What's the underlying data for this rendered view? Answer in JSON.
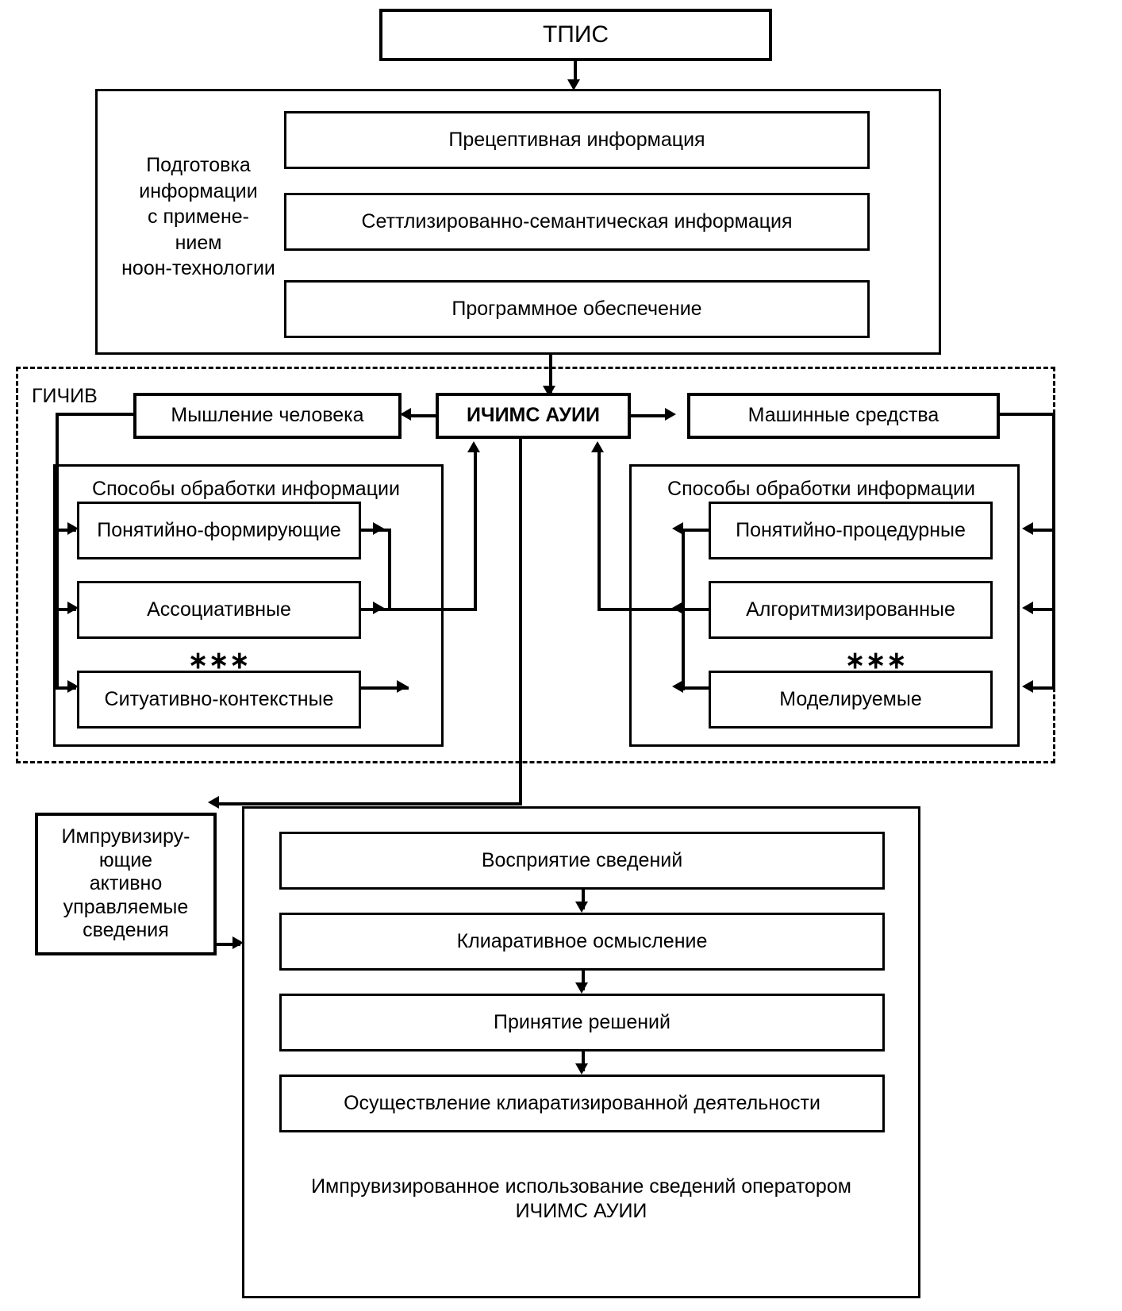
{
  "diagram": {
    "top_node": {
      "label": "ТПИС"
    },
    "preparation_block": {
      "side_label": "Подготовка\nинформации\nс примене-\nнием\nноон-технологии",
      "items": [
        {
          "label": "Прецептивная информация"
        },
        {
          "label": "Сеттлизированно-семантическая информация"
        },
        {
          "label": "Программное обеспечение"
        }
      ]
    },
    "gichiv": {
      "title": "ГИЧИВ",
      "center_node": {
        "label": "ИЧИМС АУИИ"
      },
      "left_branch": {
        "header": {
          "label": "Мышление человека"
        },
        "group_title": "Способы обработки информации",
        "separator": "∗∗∗",
        "methods": [
          {
            "label": "Понятийно-формирующие"
          },
          {
            "label": "Ассоциативные"
          },
          {
            "label": "Ситуативно-контекстные"
          }
        ]
      },
      "right_branch": {
        "header": {
          "label": "Машинные средства"
        },
        "group_title": "Способы обработки информации",
        "separator": "∗∗∗",
        "methods": [
          {
            "label": "Понятийно-процедурные"
          },
          {
            "label": "Алгоритмизированные"
          },
          {
            "label": "Моделируемые"
          }
        ]
      }
    },
    "improvising_node": {
      "label": "Импрувизиру-\nющие\nактивно\nуправляемые\nсведения"
    },
    "operator_panel": {
      "steps": [
        {
          "label": "Восприятие сведений"
        },
        {
          "label": "Клиаративное осмысление"
        },
        {
          "label": "Принятие решений"
        },
        {
          "label": "Осуществление клиаратизированной деятельности"
        }
      ],
      "caption": "Импрувизированное использование сведений оператором\nИЧИМС АУИИ"
    }
  },
  "colors": {
    "stroke": "#000000",
    "background": "#ffffff"
  }
}
